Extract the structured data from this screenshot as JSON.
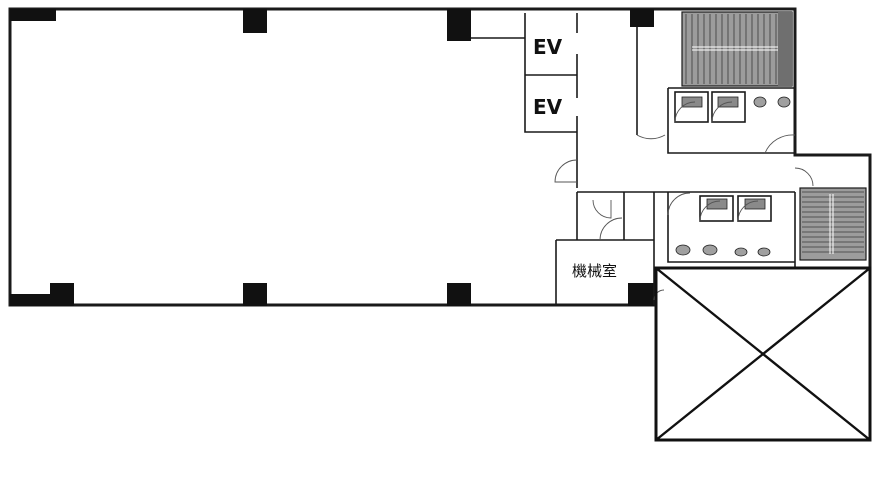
{
  "labels": {
    "elevator_1": "EV",
    "elevator_2": "EV",
    "machine_room": "機械室"
  }
}
